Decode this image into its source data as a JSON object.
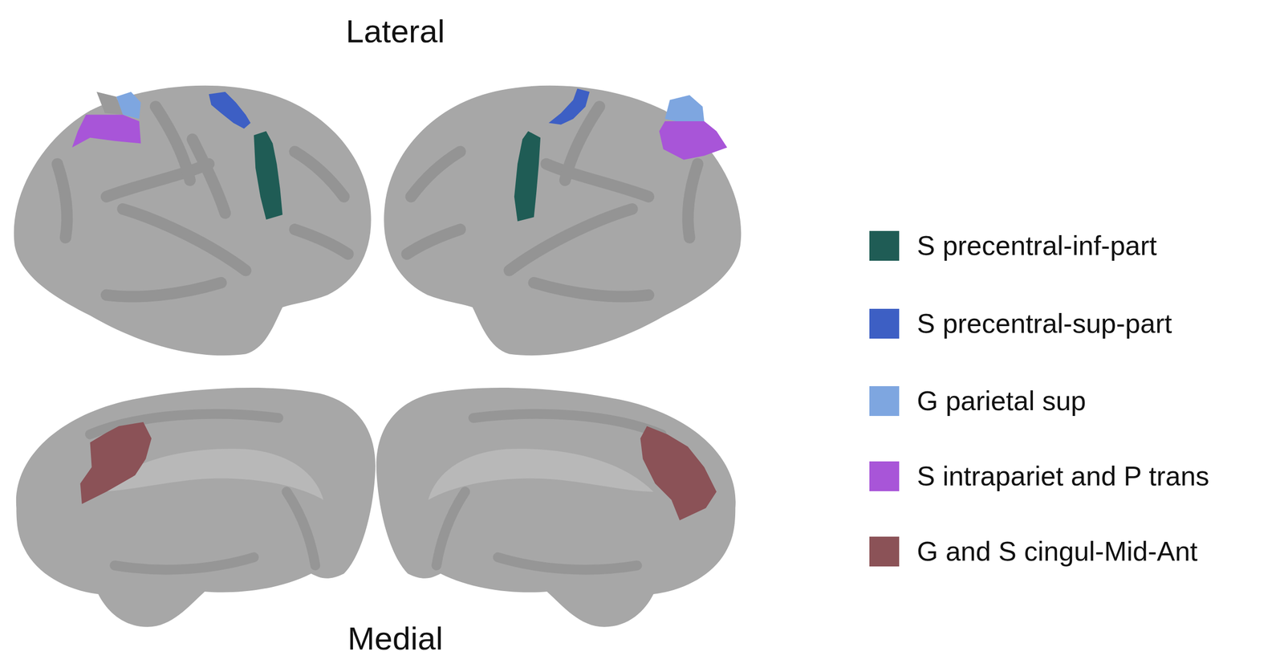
{
  "diagram": {
    "labels": [
      "Lateral",
      "Medial"
    ],
    "legend": [
      {
        "text": "S precentral-inf-part",
        "color": "#1f5c55"
      },
      {
        "text": "S precentral-sup-part",
        "color": "#3d5fc4"
      },
      {
        "text": "G parietal sup",
        "color": "#7ea6e0"
      },
      {
        "text": "S intrapariet and P trans",
        "color": "#a855d8"
      },
      {
        "text": "G and S cingul-Mid-Ant",
        "color": "#8b5257"
      }
    ]
  }
}
